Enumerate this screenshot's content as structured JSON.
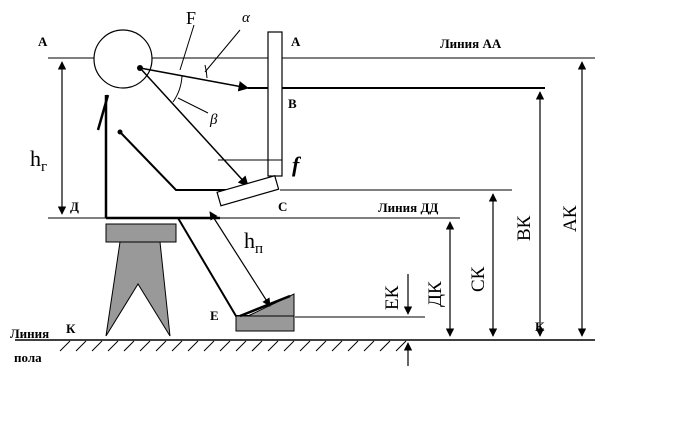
{
  "labels": {
    "a_left": "А",
    "a_right": "А",
    "line_aa": "Линия АА",
    "b": "В",
    "c": "С",
    "d": "Д",
    "line_dd": "Линия ДД",
    "e": "Е",
    "k_left": "К",
    "k_right": "К",
    "floor_line_1": "Линия",
    "floor_line_2": "пола",
    "F": "F",
    "f": "f",
    "alpha": "α",
    "beta": "β",
    "h_g_main": "h",
    "h_g_sub": "г",
    "h_p_main": "h",
    "h_p_sub": "п",
    "ek": "ЕК",
    "dk": "ДК",
    "sk": "СК",
    "vk": "ВК",
    "ak": "АК"
  }
}
